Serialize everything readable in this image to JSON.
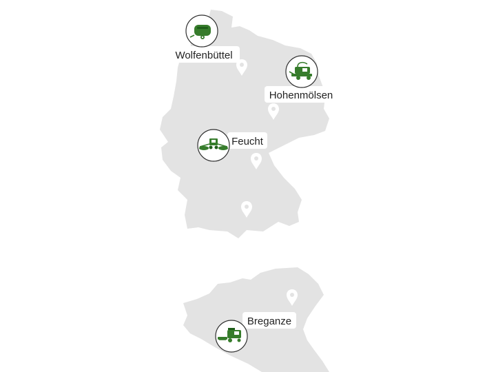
{
  "colors": {
    "land": "#e3e3e3",
    "pin": "#ffffff",
    "icon": "#367c2b",
    "label_text": "#222222"
  },
  "sites": [
    {
      "name": "Wolfenbüttel",
      "icon": "round-baler-icon"
    },
    {
      "name": "Hohenmölsen",
      "icon": "forage-harvester-icon"
    },
    {
      "name": "Feucht",
      "icon": "rotary-rake-icon"
    },
    {
      "name": "Breganze",
      "icon": "combine-harvester-icon"
    }
  ]
}
